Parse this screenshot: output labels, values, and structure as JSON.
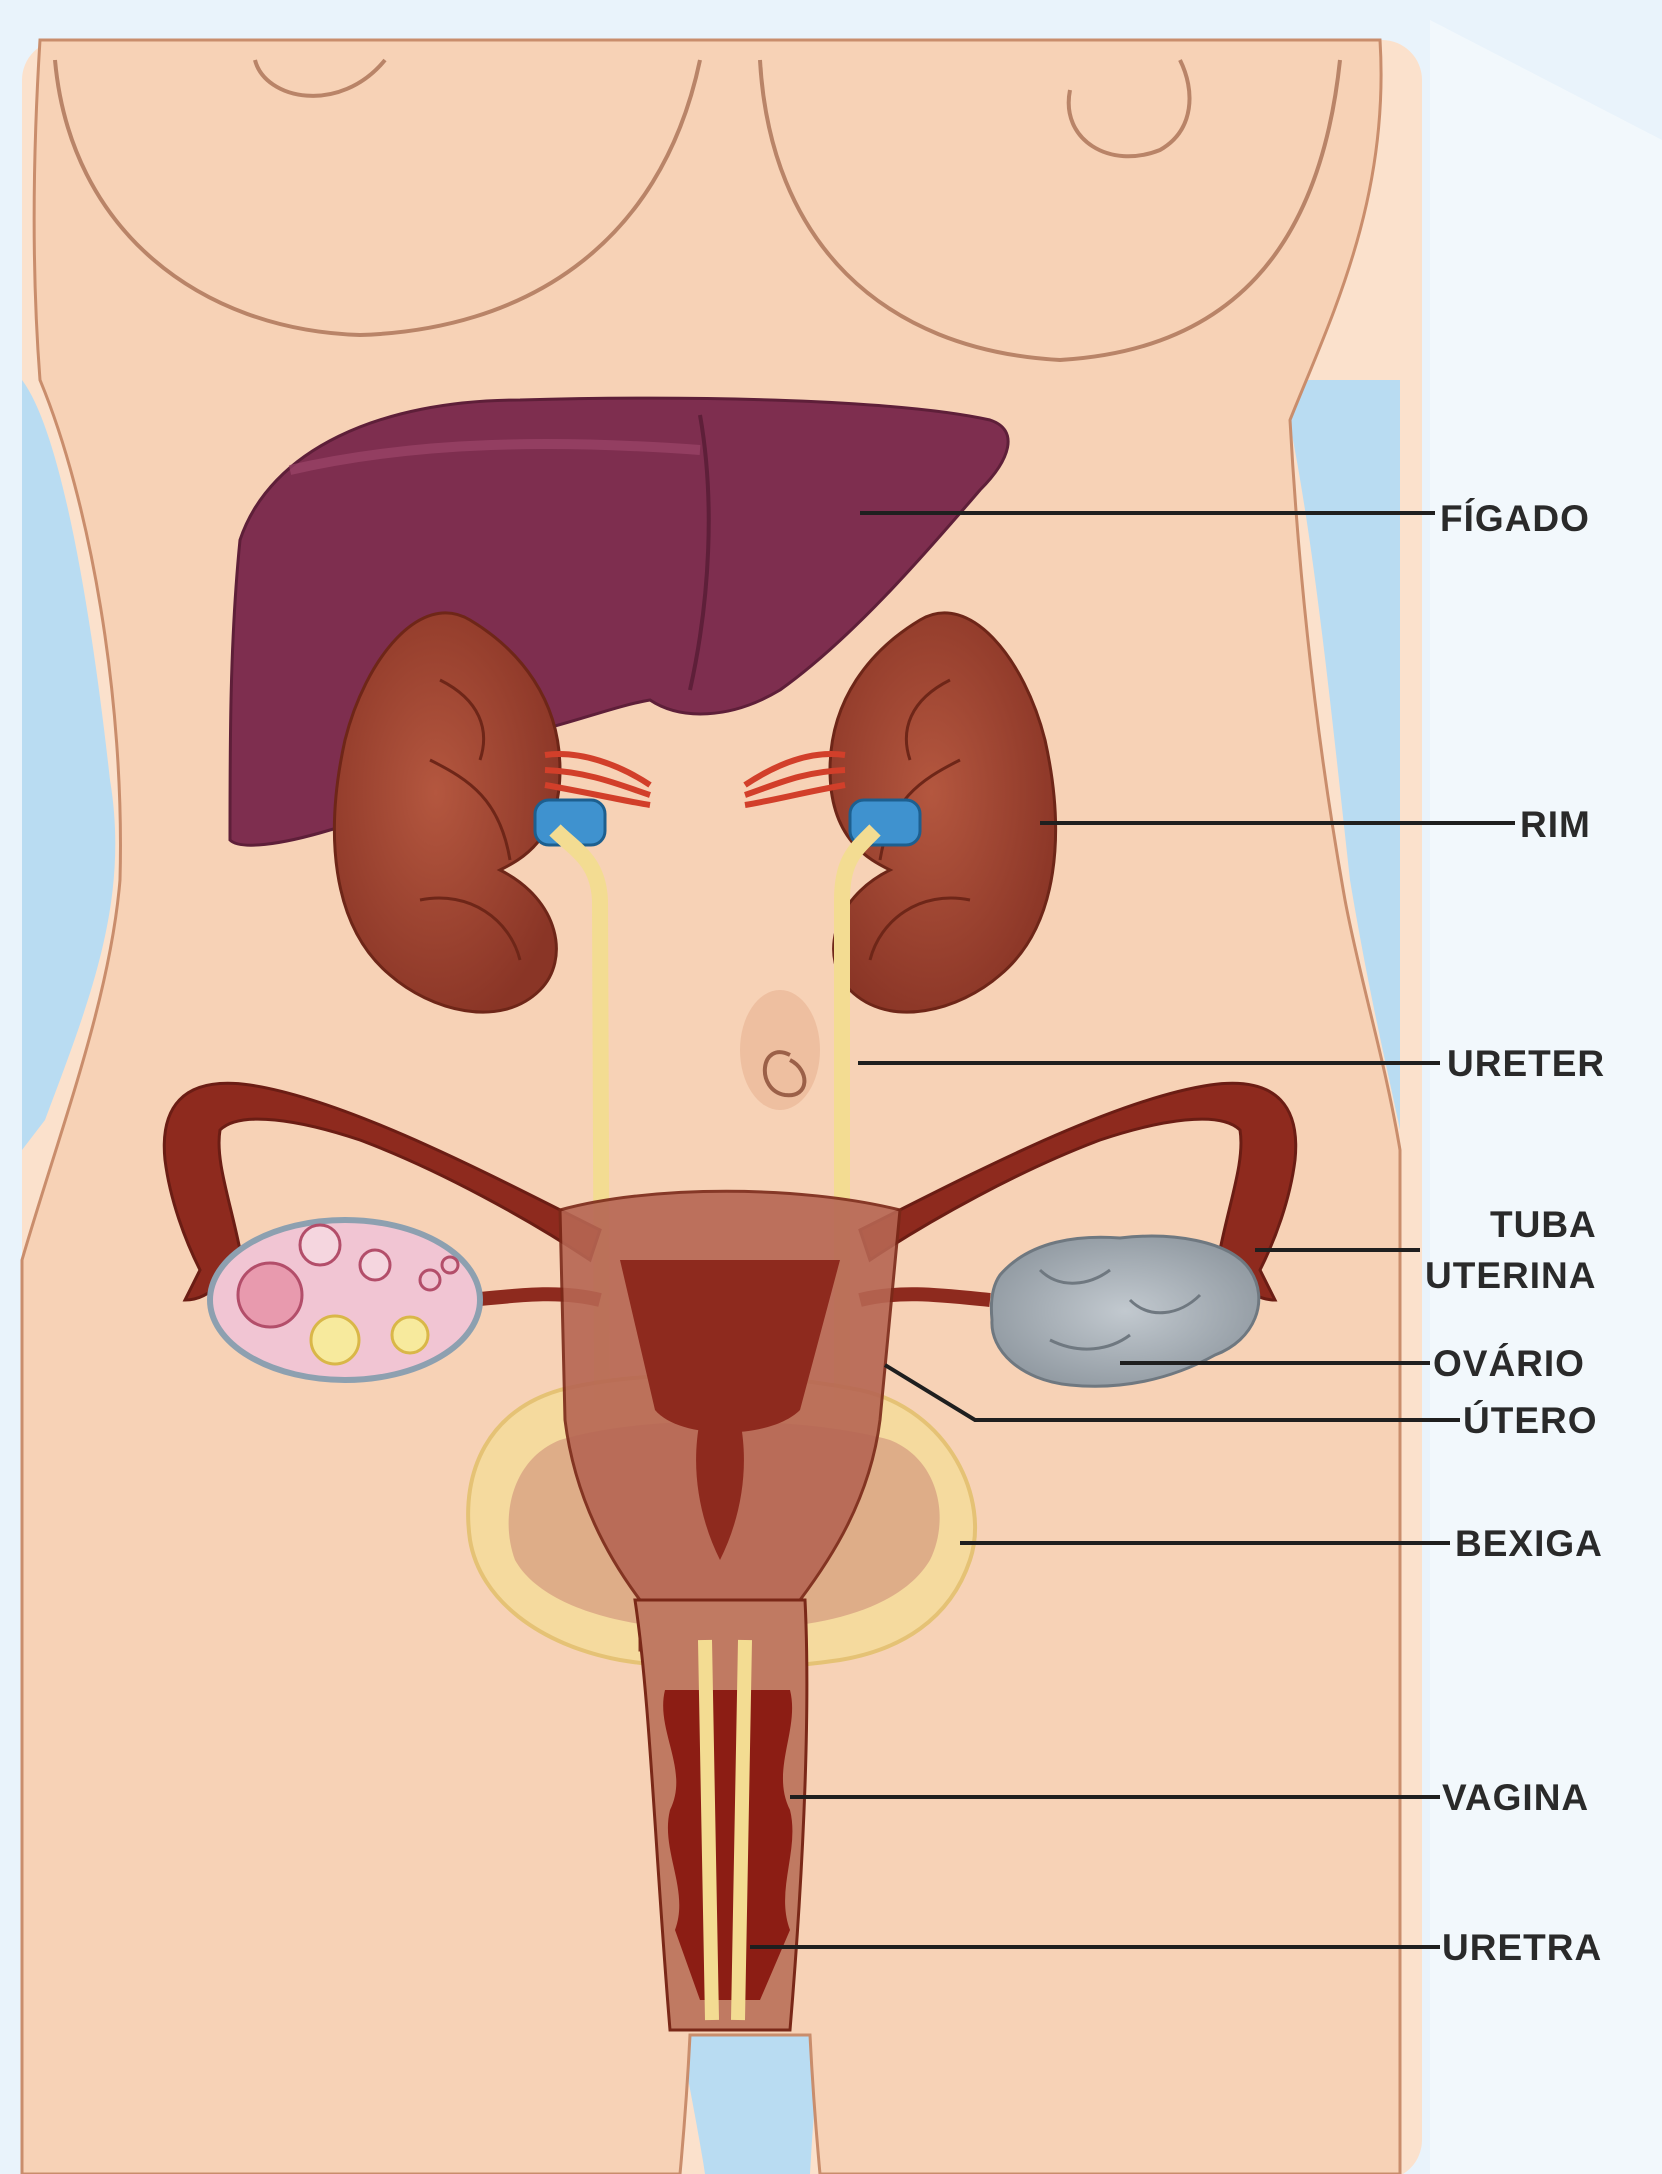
{
  "diagram": {
    "labels": {
      "figado": "FÍGADO",
      "rim": "RIM",
      "ureter": "URETER",
      "tuba_line1": "TUBA",
      "tuba_line2": "UTERINA",
      "ovario": "OVÁRIO",
      "utero": "ÚTERO",
      "bexiga": "BEXIGA",
      "vagina": "VAGINA",
      "uretra": "URETRA"
    },
    "colors": {
      "background": "#e9f3fb",
      "blue_accent": "#b9dcf2",
      "skin": "#f7d2b6",
      "liver": "#7e2e4f",
      "kidney": "#9c4330",
      "uterus": "#8e2a1e",
      "bladder": "#f5dc9a",
      "ureter": "#f3dc92",
      "ovary_left": "#f1c5d3",
      "ovary_right": "#a4adb5",
      "leader_line": "#1f1f1f"
    }
  }
}
